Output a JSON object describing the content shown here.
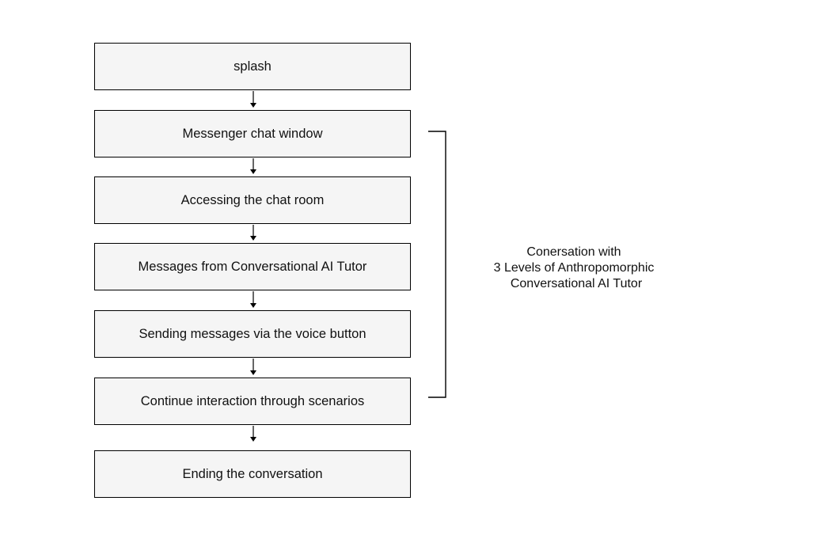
{
  "flow": {
    "steps": [
      {
        "label": "splash"
      },
      {
        "label": "Messenger chat window"
      },
      {
        "label": "Accessing the chat room"
      },
      {
        "label": "Messages from Conversational AI Tutor"
      },
      {
        "label": "Sending messages via the voice button"
      },
      {
        "label": "Continue interaction through scenarios"
      },
      {
        "label": "Ending the conversation"
      }
    ]
  },
  "group": {
    "label_lines": [
      "Conersation with",
      "3 Levels of Anthropomorphic",
      "Conversational AI Tutor"
    ]
  },
  "colors": {
    "box_fill": "#f5f5f5",
    "stroke": "#000000",
    "text": "#111111"
  }
}
